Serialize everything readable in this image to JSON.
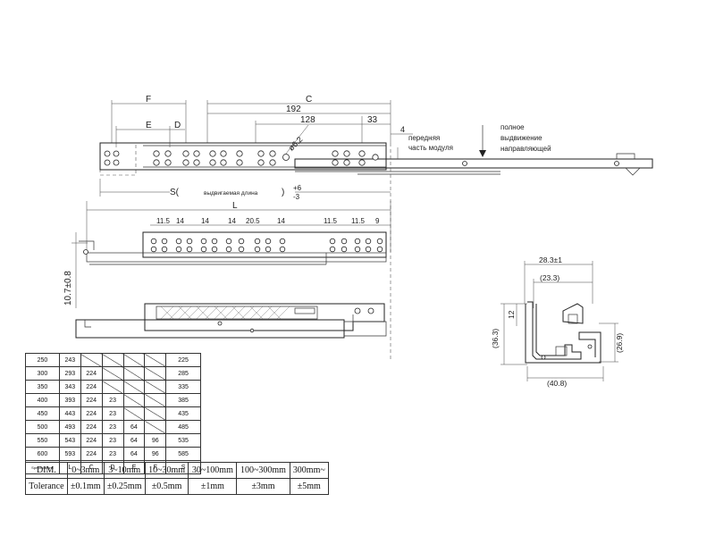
{
  "top_view": {
    "labels": {
      "F": "F",
      "C": "C",
      "E": "E",
      "D": "D",
      "d192": "192",
      "d128": "128",
      "d33": "33",
      "d4": "4",
      "hole": "ø6.2",
      "S_left": "S(",
      "S_text": "выдвигаемая длина",
      "S_right": ")",
      "S_plus": "+6",
      "S_minus": "-3"
    },
    "note_front": [
      "передняя",
      "часть модуля"
    ],
    "note_full": [
      "полное",
      "выдвижение",
      "направляющей"
    ]
  },
  "side_view": {
    "L": "L",
    "vertical_dim": "10.7±0.8",
    "spacings": [
      "11.5",
      "14",
      "14",
      "14",
      "20.5",
      "14",
      "11.5",
      "11.5",
      "9"
    ]
  },
  "section_view": {
    "top_width": "28.3±1",
    "inner_width": "(23.3)",
    "height_left": "(36.3)",
    "small_height": "12",
    "height_right": "(26.9)",
    "bottom_width": "(40.8)"
  },
  "spec_table": {
    "rows": [
      [
        "250",
        "243",
        "",
        "",
        "",
        "",
        "225"
      ],
      [
        "300",
        "293",
        "224",
        "",
        "",
        "",
        "285"
      ],
      [
        "350",
        "343",
        "224",
        "",
        "",
        "",
        "335"
      ],
      [
        "400",
        "393",
        "224",
        "23",
        "",
        "",
        "385"
      ],
      [
        "450",
        "443",
        "224",
        "23",
        "",
        "",
        "435"
      ],
      [
        "500",
        "493",
        "224",
        "23",
        "64",
        "",
        "485"
      ],
      [
        "550",
        "543",
        "224",
        "23",
        "64",
        "96",
        "535"
      ],
      [
        "600",
        "593",
        "224",
        "23",
        "64",
        "96",
        "585"
      ]
    ],
    "footer": [
      "Specifications",
      "L",
      "C",
      "D",
      "E",
      "F",
      "S"
    ]
  },
  "tolerance_table": {
    "header": [
      "DIM.",
      "0~3mm",
      "3~10mm",
      "10~30mm",
      "30~100mm",
      "100~300mm",
      "300mm~"
    ],
    "values": [
      "Tolerance",
      "±0.1mm",
      "±0.25mm",
      "±0.5mm",
      "±1mm",
      "±3mm",
      "±5mm"
    ]
  }
}
